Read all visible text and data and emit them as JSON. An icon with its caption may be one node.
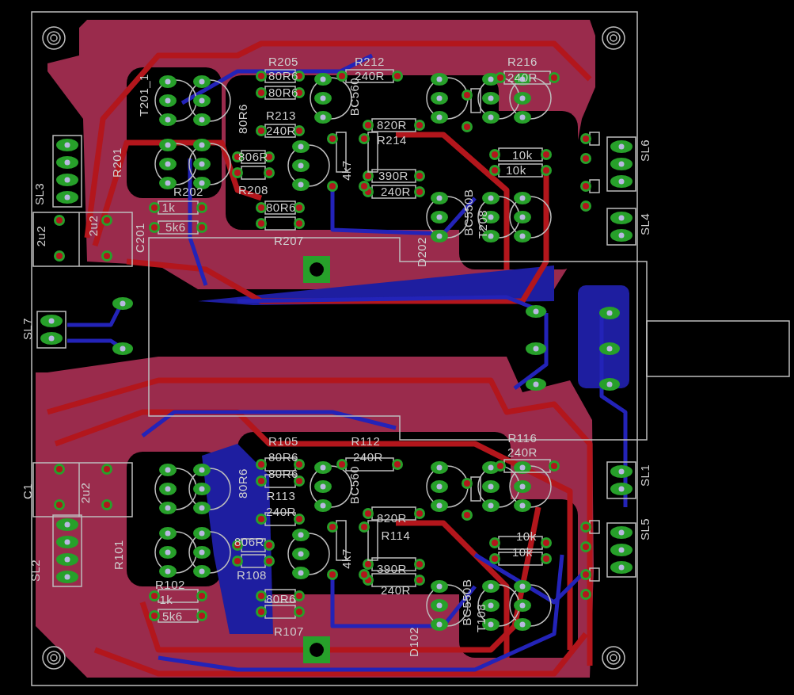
{
  "diagram": {
    "labels": [
      "R205",
      "80R6",
      "80R6",
      "R212",
      "240R",
      "R216",
      "240R",
      "T201_1",
      "R201",
      "SL3",
      "2u2",
      "2u2",
      "C201",
      "R202",
      "1k",
      "5k6",
      "80R6",
      "R213",
      "240R",
      "806R",
      "R208",
      "80R6",
      "R207",
      "BC560",
      "820R",
      "R214",
      "4k7",
      "390R",
      "240R",
      "BC550B",
      "T208",
      "D202",
      "10k",
      "10k",
      "SL6",
      "SL4",
      "SL7",
      "R105",
      "80R6",
      "80R6",
      "R112",
      "240R",
      "R116",
      "240R",
      "SL1",
      "C1",
      "2u2",
      "SL5",
      "SL2",
      "R101",
      "80R6",
      "R113",
      "240R",
      "806R",
      "R108",
      "R102",
      "1k",
      "5k6",
      "80R6",
      "R107",
      "BC560",
      "820R",
      "R114",
      "4k7",
      "390R",
      "240R",
      "BC550B",
      "T108",
      "D102",
      "10k",
      "10k"
    ]
  }
}
